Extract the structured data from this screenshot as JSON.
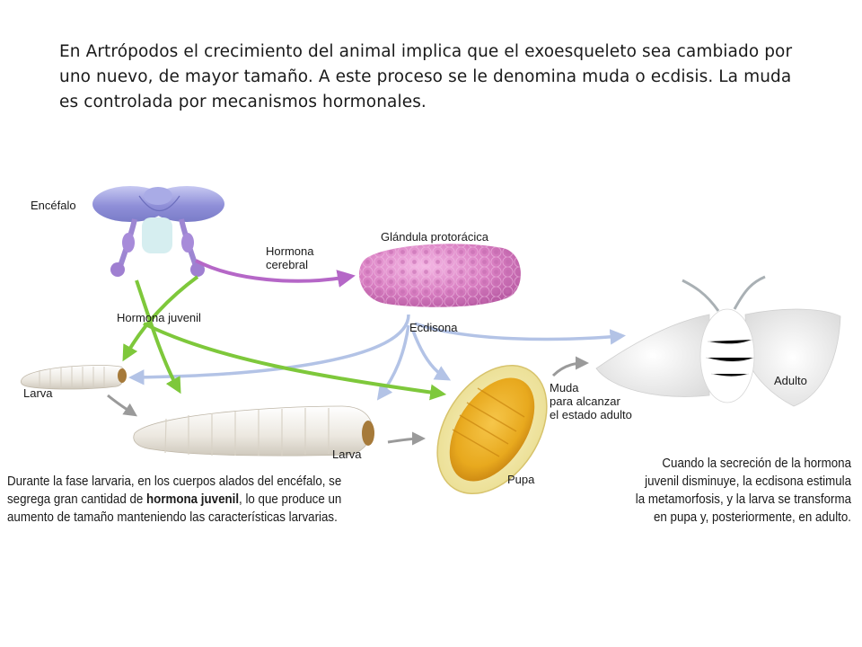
{
  "intro": {
    "text": "En Artrópodos el crecimiento del animal implica que el exoesqueleto sea cambiado por uno nuevo, de mayor tamaño. A este proceso se le denomina muda o ecdisis. La muda es controlada por mecanismos hormonales."
  },
  "labels": {
    "brain": "Encéfalo",
    "brain_hormone_1": "Hormona",
    "brain_hormone_2": "cerebral",
    "gland": "Glándula protorácica",
    "juvenile_hormone": "Hormona juvenil",
    "ecdysone": "Ecdisona",
    "larva_small": "Larva",
    "larva_large": "Larva",
    "pupa": "Pupa",
    "adult": "Adulto",
    "molt_1": "Muda",
    "molt_2": "para alcanzar",
    "molt_3": "el estado adulto"
  },
  "captions": {
    "left_1": "Durante la fase larvaria, en los cuerpos alados del encéfalo, se",
    "left_2a": "segrega gran cantidad de ",
    "left_2b": "hormona juvenil",
    "left_2c": ", lo que produce un",
    "left_3": "aumento de tamaño manteniendo las características larvarias.",
    "right_1": "Cuando la secreción de la hormona",
    "right_2": "juvenil disminuye, la ecdisona estimula",
    "right_3": "la metamorfosis, y la larva se transforma",
    "right_4": "en pupa y, posteriormente, en adulto."
  },
  "colors": {
    "brain": "#8f8fd8",
    "brain_hormone_arrow": "#b567c7",
    "gland": "#d97fc2",
    "juvenile_hormone_arrow": "#7ec83b",
    "ecdysone_arrow": "#b3c3e6",
    "stage_arrow": "#9a9a9a",
    "pupa": "#e8a91e",
    "larva": "#ece8e0"
  }
}
